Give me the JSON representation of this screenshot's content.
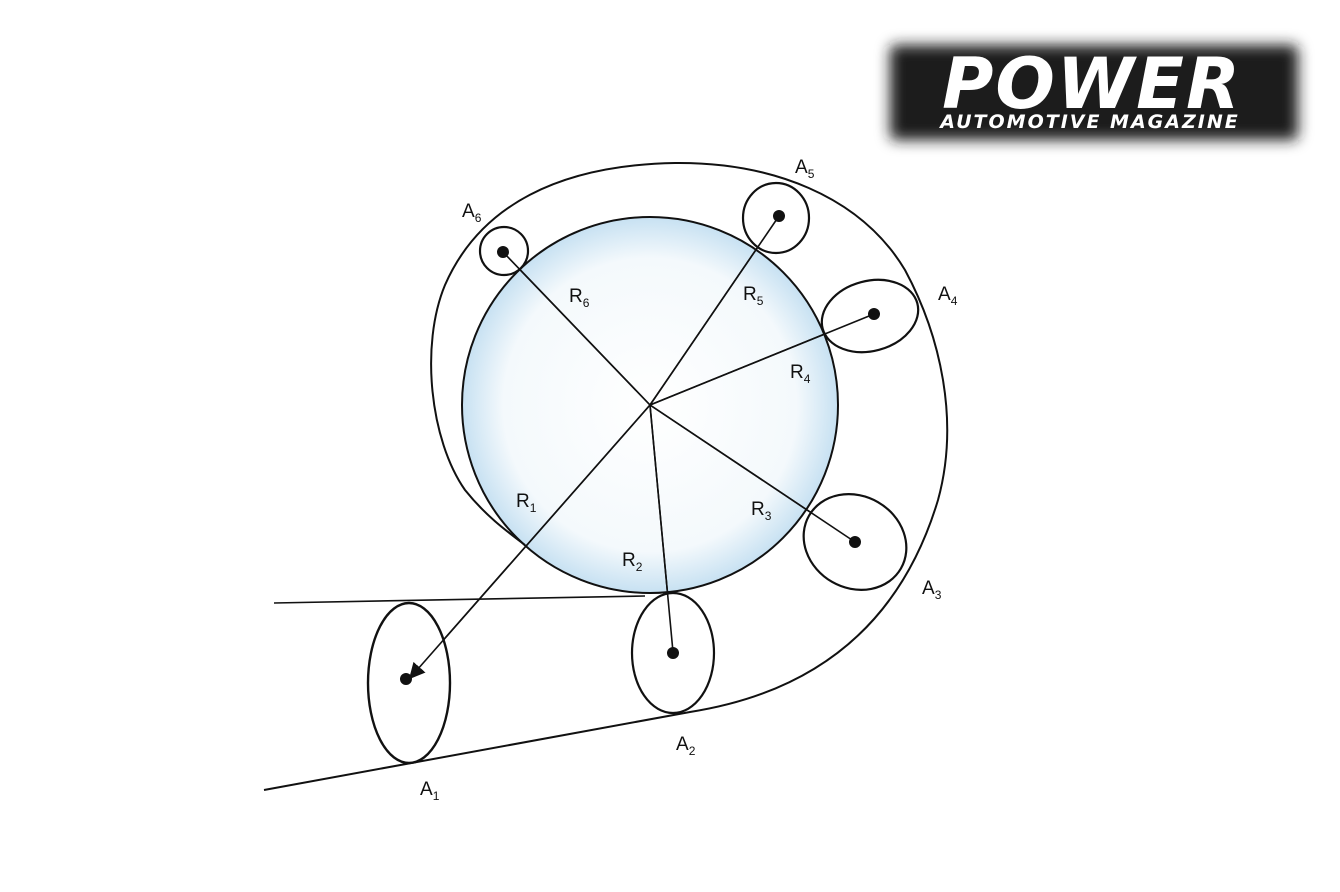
{
  "logo": {
    "title": "POWER",
    "subtitle": "AUTOMOTIVE MAGAZINE"
  },
  "points": [
    {
      "letter": "A",
      "index": "1"
    },
    {
      "letter": "A",
      "index": "2"
    },
    {
      "letter": "A",
      "index": "3"
    },
    {
      "letter": "A",
      "index": "4"
    },
    {
      "letter": "A",
      "index": "5"
    },
    {
      "letter": "A",
      "index": "6"
    }
  ],
  "radii": [
    {
      "letter": "R",
      "index": "1"
    },
    {
      "letter": "R",
      "index": "2"
    },
    {
      "letter": "R",
      "index": "3"
    },
    {
      "letter": "R",
      "index": "4"
    },
    {
      "letter": "R",
      "index": "5"
    },
    {
      "letter": "R",
      "index": "6"
    }
  ],
  "colors": {
    "circle_fill": "#d6eaf6",
    "line": "#111111",
    "logo_bg": "#1a1a1a"
  }
}
